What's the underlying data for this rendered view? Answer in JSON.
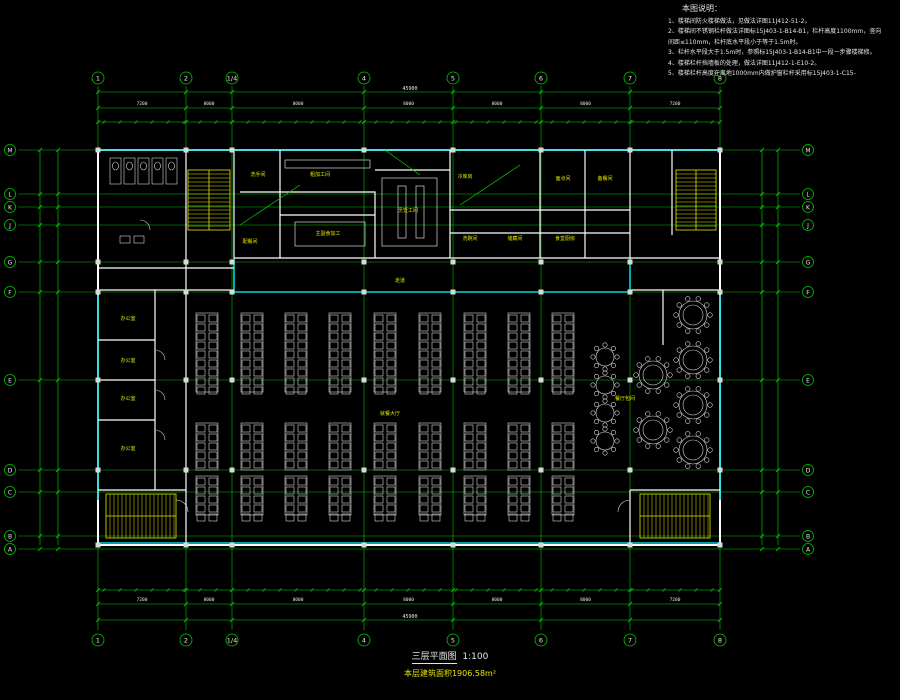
{
  "drawing_title": "三层平面图",
  "drawing_scale": "1:100",
  "area_label": "本层建筑面积1906.58m²",
  "notes": {
    "heading": "本图说明：",
    "lines": [
      "1、楼梯间防火楼梯做法，见做法详图11J412-51-2。",
      "2、楼梯间不锈钢栏杆做法详图标15J403-1-B14-B1，栏杆高度1100mm，竖向",
      "   间距≤110mm，栏杆底水平段小于等于1.5m时。",
      "3、栏杆水平段大于1.5m时，参照标15J403-1-B14-B1中一段一步骤楼梯修。",
      "4、楼梯栏杆挡墙板的处理，做法详图11J412-1-E10-2。",
      "5、楼梯栏杆高度在离地1000mm内做护窗栏杆采用标15J403-1-C15-"
    ]
  },
  "axes": {
    "horizontal": [
      "1",
      "2",
      "1/4",
      "4",
      "5",
      "6",
      "7",
      "8"
    ],
    "vertical": [
      "M",
      "L",
      "K",
      "J",
      "G",
      "F",
      "E",
      "D",
      "C",
      "B",
      "A"
    ]
  },
  "dimensions": {
    "overall_top": "45900",
    "overall_bottom": "45900",
    "bays": [
      "7200",
      "8000",
      "8000",
      "8000",
      "8000",
      "8000",
      "7200"
    ]
  },
  "room_labels": {
    "top_band": [
      "洗手间",
      "粗加工间",
      "主副食加工",
      "烹饪工间",
      "冷库房",
      "面点间",
      "备餐间",
      "洗碗间",
      "储藏间",
      "食堂厨房",
      "配餐间"
    ],
    "main_hall": "就餐大厅",
    "left_rooms": [
      "办公室",
      "办公室",
      "办公室",
      "办公室"
    ],
    "right_area": "餐厅包间",
    "corridor": "走道"
  },
  "colors": {
    "background": "#000000",
    "wall": "#ffffff",
    "axis": "#00c800",
    "dimension": "#00e000",
    "glazing": "#00d8d8",
    "stair": "#e6e600",
    "furniture": "#d8d8d8",
    "label": "#e6e600"
  }
}
